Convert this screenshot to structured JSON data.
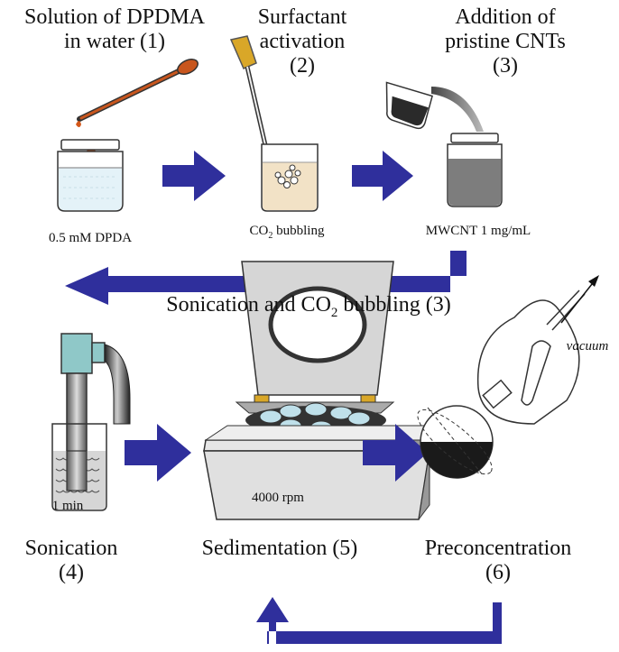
{
  "steps": {
    "s1": {
      "title_line1": "Solution of DPDMA",
      "title_line2": "in water (1)",
      "caption": "0.5 mM DPDA"
    },
    "s2": {
      "title_line1": "Surfactant",
      "title_line2": "activation",
      "title_line3": "(2)",
      "caption_pre": "CO",
      "caption_sub": "2",
      "caption_post": " bubbling"
    },
    "s3": {
      "title_line1": "Addition of",
      "title_line2": "pristine CNTs",
      "title_line3": "(3)",
      "caption": "MWCNT 1 mg/mL"
    },
    "middle": {
      "label_pre": "Sonication and CO",
      "label_sub": "2",
      "label_post": " bubbling (3)"
    },
    "s4": {
      "caption": "1 min",
      "title_line1": "Sonication",
      "title_line2": "(4)"
    },
    "s5": {
      "caption": "4000 rpm",
      "title": "Sedimentation (5)"
    },
    "s6": {
      "vacuum_label": "vacuum",
      "title_line1": "Preconcentration",
      "title_line2": "(6)"
    }
  },
  "colors": {
    "arrow": "#2f2f9c",
    "liquid_clear": "#e4f2f8",
    "liquid_beige": "#f2e2c6",
    "liquid_grey": "#7d7d7d",
    "liquid_dark": "#1a1a1a",
    "drop": "#d4581a"
  }
}
